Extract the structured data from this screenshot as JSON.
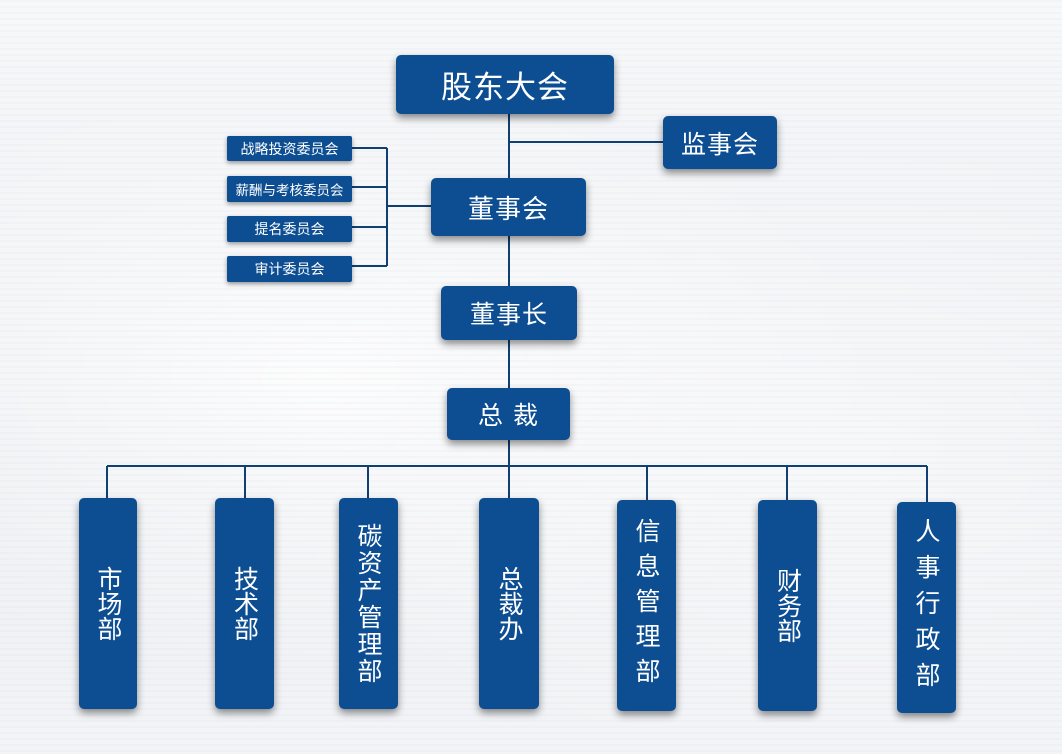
{
  "org_chart": {
    "shareholders_meeting": "股东大会",
    "supervisory_board": "监事会",
    "board_of_directors": "董事会",
    "chairman": "董事长",
    "president": "总 裁",
    "committees": [
      "战略投资委员会",
      "薪酬与考核委员会",
      "提名委员会",
      "审计委员会"
    ],
    "departments": [
      "市场部",
      "技术部",
      "碳资产管理部",
      "总裁办",
      "信息管理部",
      "财务部",
      "人事行政部"
    ]
  },
  "colors": {
    "box_fill": "#0d4e93",
    "line": "#0f3f73",
    "text": "#ffffff"
  }
}
